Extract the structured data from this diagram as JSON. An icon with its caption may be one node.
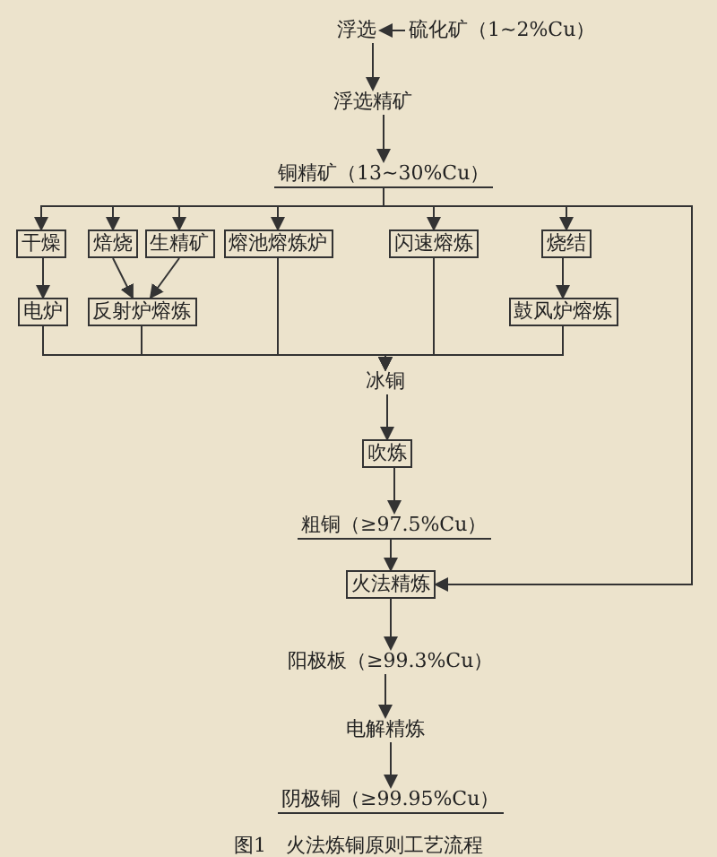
{
  "diagram": {
    "caption": "图1　火法炼铜原则工艺流程",
    "nodes": [
      {
        "text": [
          "浮选"
        ]
      },
      {
        "text": [
          "硫化矿（1~2%Cu）"
        ]
      },
      {
        "text": [
          "浮选精矿"
        ]
      },
      {
        "text": [
          "铜精矿（13~30%Cu）"
        ]
      },
      {
        "text": [
          "干燥"
        ]
      },
      {
        "text": [
          "焙烧"
        ]
      },
      {
        "text": [
          "生精矿"
        ]
      },
      {
        "text": [
          "熔池熔炼炉"
        ]
      },
      {
        "text": [
          "闪速熔炼"
        ]
      },
      {
        "text": [
          "烧结"
        ]
      },
      {
        "text": [
          "电炉"
        ]
      },
      {
        "text": [
          "反射炉熔炼"
        ]
      },
      {
        "text": [
          "鼓风炉熔炼"
        ]
      },
      {
        "text": [
          "冰铜"
        ]
      },
      {
        "text": [
          "吹炼"
        ]
      },
      {
        "text": [
          "粗铜（≥97.5%Cu）"
        ]
      },
      {
        "text": [
          "火法精炼"
        ]
      },
      {
        "text": [
          "阳极板（≥99.3%Cu）"
        ]
      },
      {
        "text": [
          "电解精炼"
        ]
      },
      {
        "text": [
          "阴极铜（≥99.95%Cu）"
        ]
      }
    ],
    "edges": [
      {
        "from": 1,
        "to": 0,
        "arrow": "to"
      },
      {
        "from": 0,
        "to": 2,
        "arrow": "to"
      },
      {
        "from": 2,
        "to": 3,
        "arrow": "to"
      },
      {
        "from": 3,
        "to": 4,
        "arrow": "to"
      },
      {
        "from": 3,
        "to": 5,
        "arrow": "to"
      },
      {
        "from": 3,
        "to": 6,
        "arrow": "to"
      },
      {
        "from": 3,
        "to": 7,
        "arrow": "to"
      },
      {
        "from": 3,
        "to": 8,
        "arrow": "to"
      },
      {
        "from": 3,
        "to": 9,
        "arrow": "to"
      },
      {
        "from": 3,
        "to": 16,
        "arrow": "to"
      },
      {
        "from": 4,
        "to": 10,
        "arrow": "to"
      },
      {
        "from": 5,
        "to": 11,
        "arrow": "to"
      },
      {
        "from": 6,
        "to": 11,
        "arrow": "to"
      },
      {
        "from": 9,
        "to": 12,
        "arrow": "to"
      },
      {
        "from": 10,
        "to": 13,
        "arrow": "to"
      },
      {
        "from": 11,
        "to": 13,
        "arrow": "to"
      },
      {
        "from": 7,
        "to": 13,
        "arrow": "to"
      },
      {
        "from": 8,
        "to": 13,
        "arrow": "to"
      },
      {
        "from": 12,
        "to": 13,
        "arrow": "to"
      },
      {
        "from": 13,
        "to": 14,
        "arrow": "to"
      },
      {
        "from": 14,
        "to": 15,
        "arrow": "to"
      },
      {
        "from": 15,
        "to": 16,
        "arrow": "to"
      },
      {
        "from": 16,
        "to": 17,
        "arrow": "to"
      },
      {
        "from": 17,
        "to": 18,
        "arrow": "to"
      },
      {
        "from": 18,
        "to": 19,
        "arrow": "to"
      }
    ]
  }
}
